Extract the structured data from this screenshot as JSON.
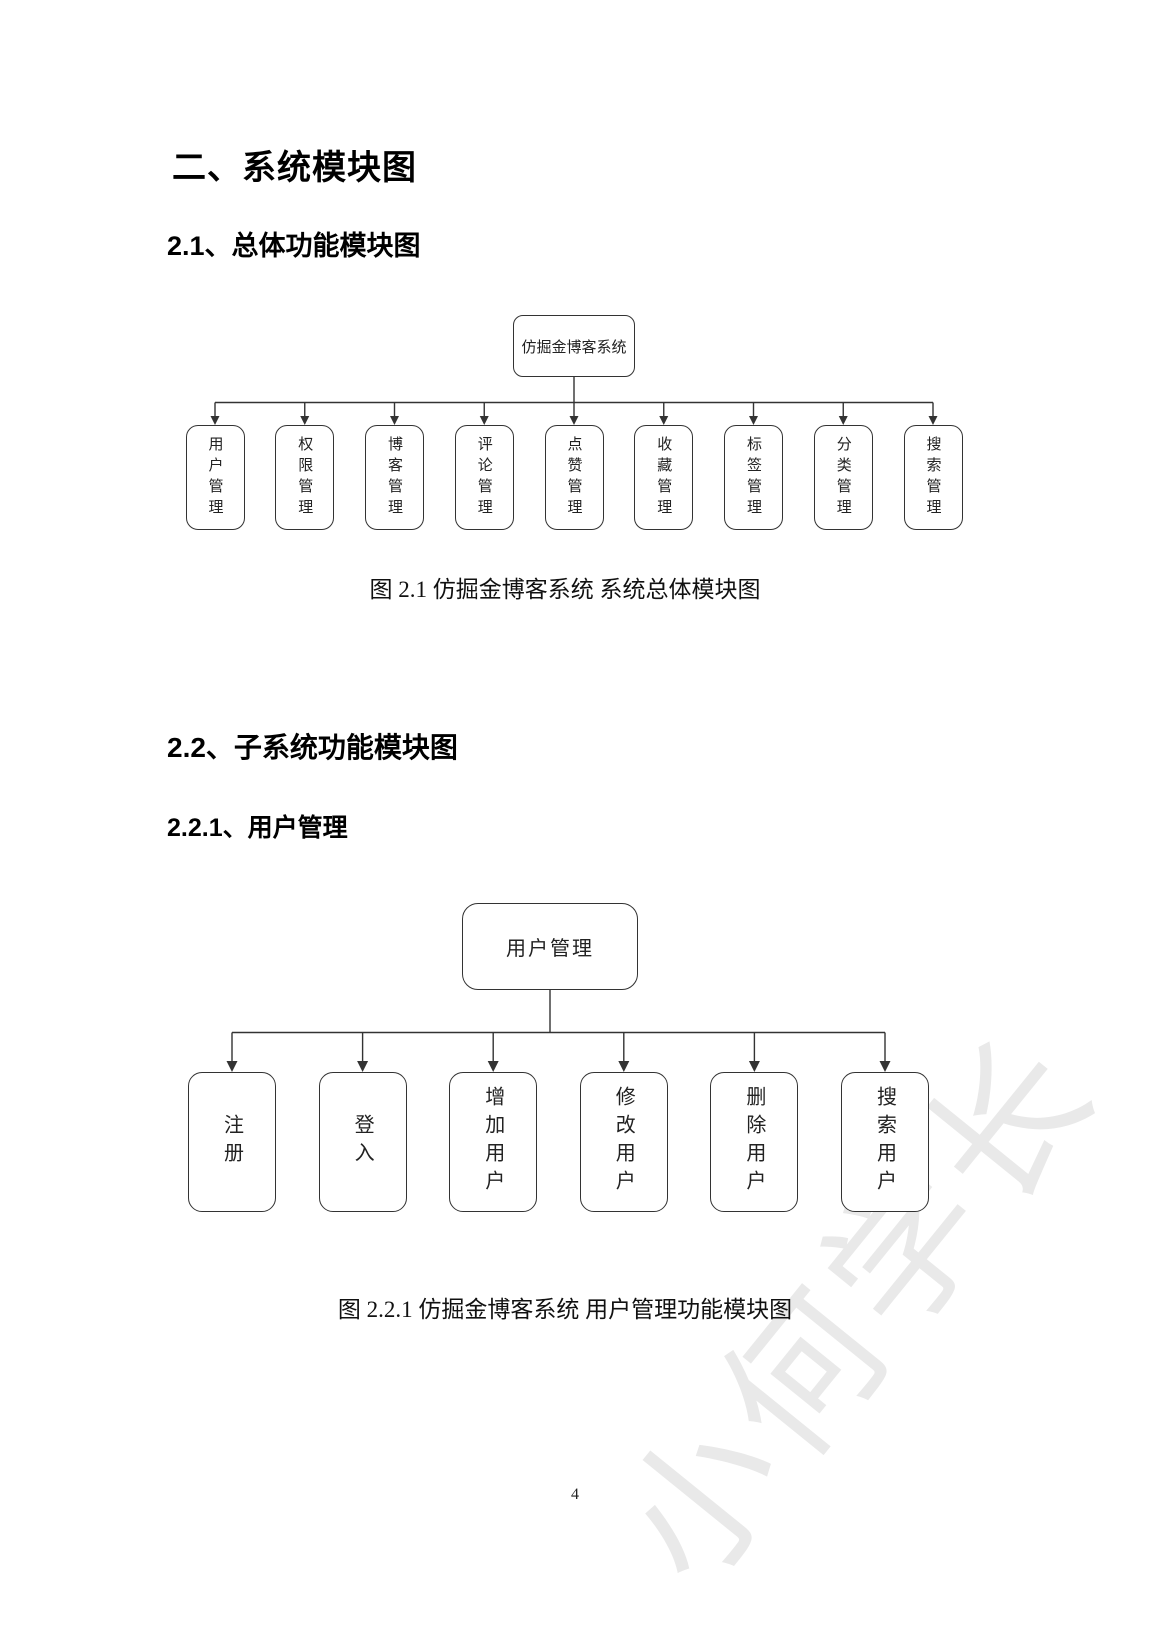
{
  "page": {
    "number": "4",
    "watermark": "小何学长"
  },
  "colors": {
    "line": "#333333",
    "watermark": "#e9e9e9",
    "background": "#ffffff"
  },
  "headings": {
    "h1": "二、系统模块图",
    "h2_1": "2.1、总体功能模块图",
    "h2_2": "2.2、子系统功能模块图",
    "h2_2_1": "2.2.1、用户管理"
  },
  "captions": {
    "fig2_1": "图 2.1 仿掘金博客系统 系统总体模块图",
    "fig2_2_1": "图 2.2.1 仿掘金博客系统 用户管理功能模块图"
  },
  "diagram1": {
    "title": "系统总体模块图",
    "root": "仿掘金博客系统",
    "children": [
      "用户管理",
      "权限管理",
      "博客管理",
      "评论管理",
      "点赞管理",
      "收藏管理",
      "标签管理",
      "分类管理",
      "搜索管理"
    ]
  },
  "diagram2": {
    "title": "用户管理功能模块图",
    "root": "用户管理",
    "children": [
      "注册",
      "登入",
      "增加用户",
      "修改用户",
      "删除用户",
      "搜索用户"
    ]
  }
}
